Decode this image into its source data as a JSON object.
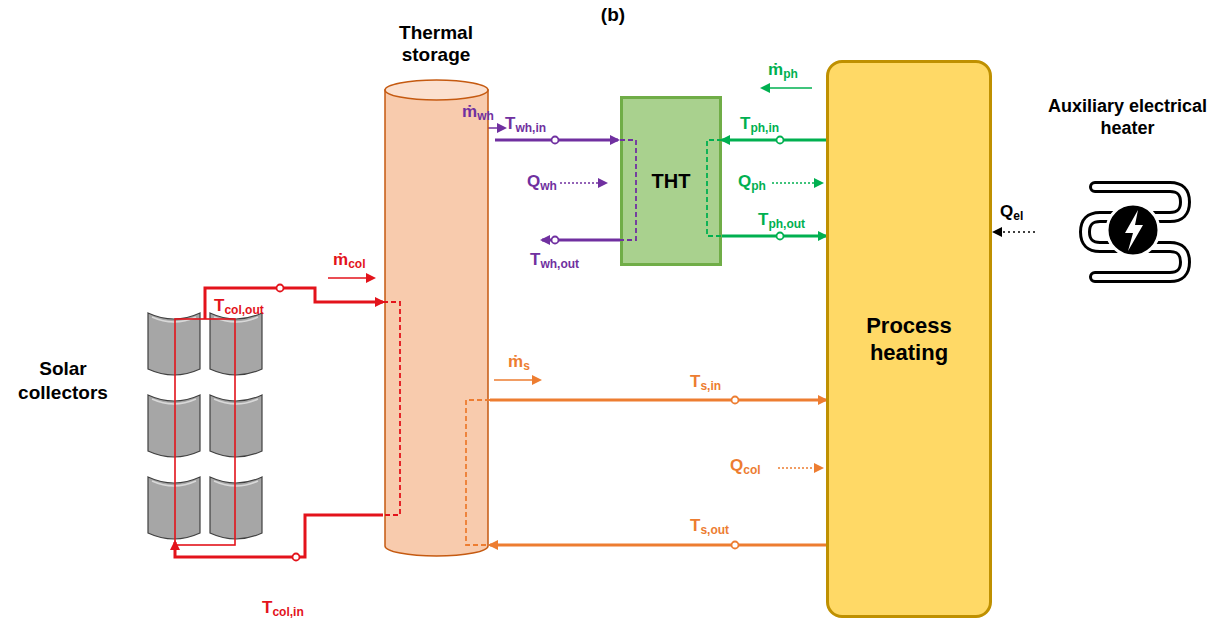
{
  "diagram": {
    "title": "(b)",
    "nodes": [
      {
        "text": [
          "THT"
        ]
      },
      {
        "text": [
          "Auxiliary electrical heater"
        ]
      },
      {
        "text": [
          "Solar collectors"
        ]
      },
      {
        "text": [
          "Thermal storage"
        ]
      },
      {
        "text": [
          "Process heating"
        ]
      }
    ],
    "edges": [
      {
        "from": 2,
        "to": 3,
        "arrow": "to"
      },
      {
        "from": 3,
        "to": 2,
        "arrow": "to"
      },
      {
        "from": 3,
        "to": 4,
        "arrow": "to"
      },
      {
        "from": 4,
        "to": 3,
        "arrow": "to"
      },
      {
        "from": 4,
        "to": 0,
        "arrow": "to"
      },
      {
        "from": 0,
        "to": 4,
        "arrow": "to"
      },
      {
        "from": 1,
        "to": 4,
        "arrow": "to"
      }
    ],
    "labels": [
      "ṁwh",
      "Twh,in",
      "Qwh",
      "Twh,out",
      "ṁph",
      "Tph,in",
      "Qph",
      "Tph,out",
      "Qel",
      "ṁcol",
      "Tcol,out",
      "Tcol,in",
      "ṁs",
      "Ts,in",
      "Qcol",
      "Ts,out"
    ]
  }
}
